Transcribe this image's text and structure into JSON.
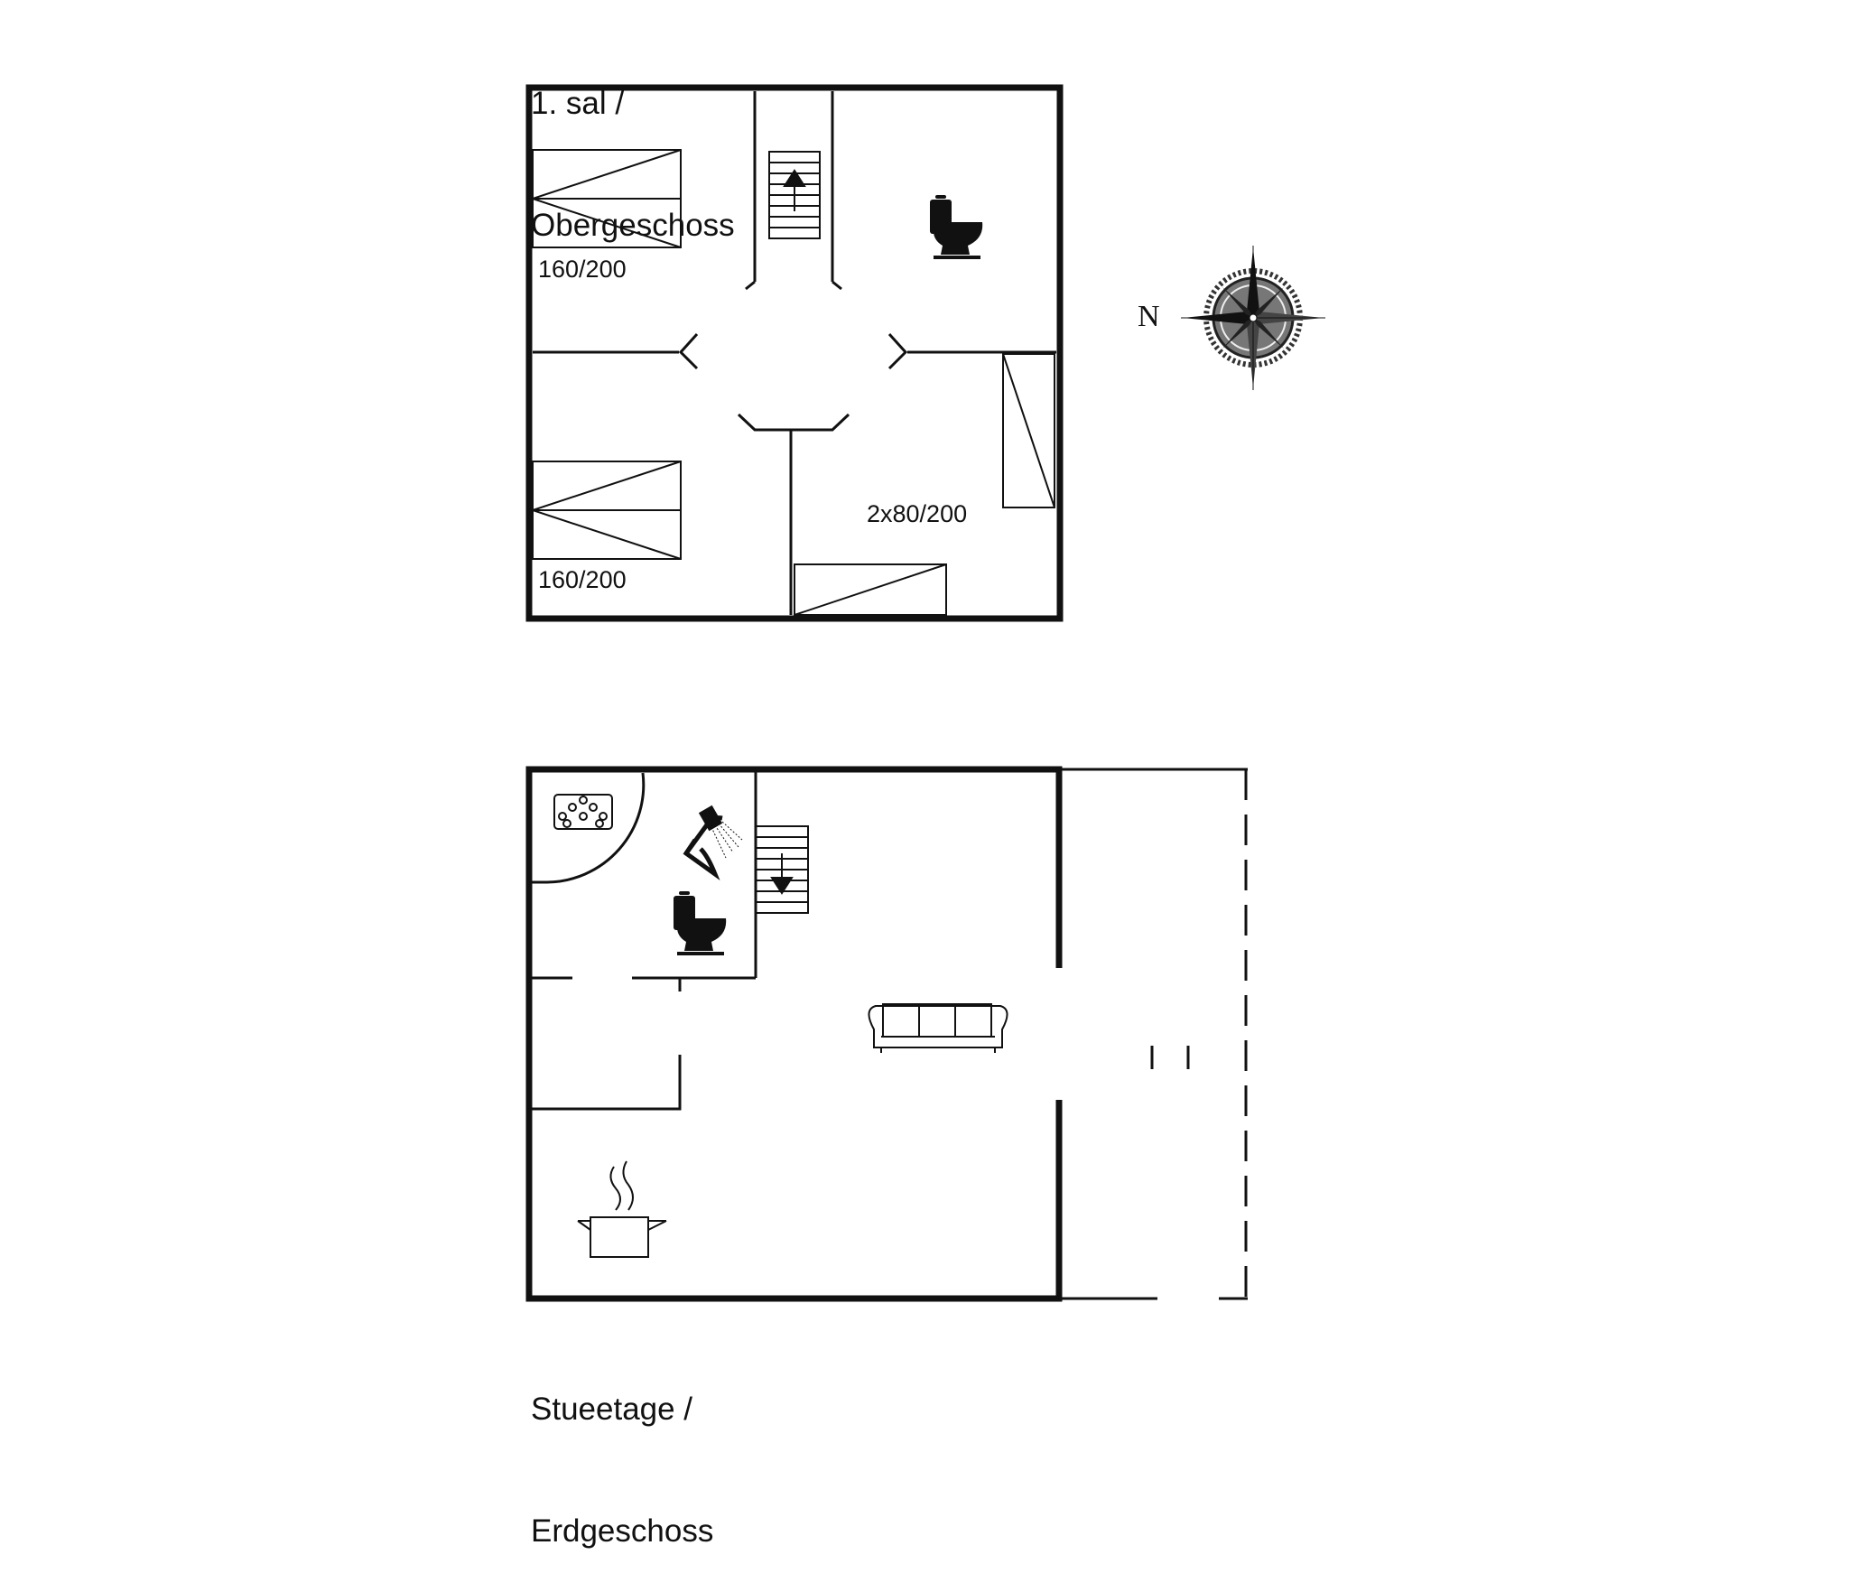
{
  "upper_floor": {
    "label_line1": "1. sal /",
    "label_line2": "Obergeschoss",
    "beds": [
      {
        "label": "160/200"
      },
      {
        "label": "160/200"
      },
      {
        "label": "2x80/200"
      }
    ]
  },
  "ground_floor": {
    "label_line1": "Stueetage /",
    "label_line2": "Erdgeschoss"
  },
  "compass": {
    "north_label": "N"
  },
  "colors": {
    "wall": "#111111",
    "background": "#ffffff",
    "compass_dark": "#333333"
  },
  "icons": [
    "toilet-icon",
    "stairs-up-icon",
    "stairs-down-icon",
    "shower-icon",
    "sauna-icon",
    "sofa-icon",
    "cooking-pot-icon",
    "compass-rose-icon"
  ]
}
